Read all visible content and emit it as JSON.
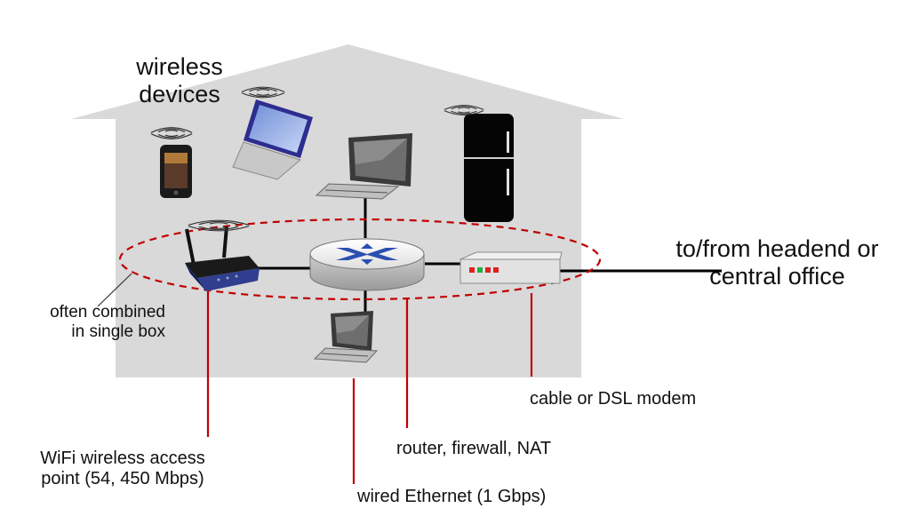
{
  "labels": {
    "wireless_devices_line1": "wireless",
    "wireless_devices_line2": "devices",
    "headend_line1": "to/from headend or",
    "headend_line2": "central office",
    "combined_line1": "often combined",
    "combined_line2": "in single box",
    "modem": "cable or DSL modem",
    "router": "router, firewall, NAT",
    "wifi_line1": "WiFi wireless access",
    "wifi_line2": "point (54, 450 Mbps)",
    "ethernet": "wired Ethernet (1 Gbps)"
  },
  "colors": {
    "house": "#d9d9d9",
    "callout_line": "#c00000",
    "dashed_ellipse": "#c00000",
    "router_cross": "#2b4fb0",
    "modem_led_red": "#e02020",
    "modem_led_green": "#20b040",
    "access_point": "#2f3e8f"
  },
  "icons": [
    "smartphone-icon",
    "laptop-icon",
    "desktop-computer-icon",
    "refrigerator-icon",
    "wifi-access-point-icon",
    "router-icon",
    "cable-modem-icon",
    "wireless-signal-icon"
  ]
}
